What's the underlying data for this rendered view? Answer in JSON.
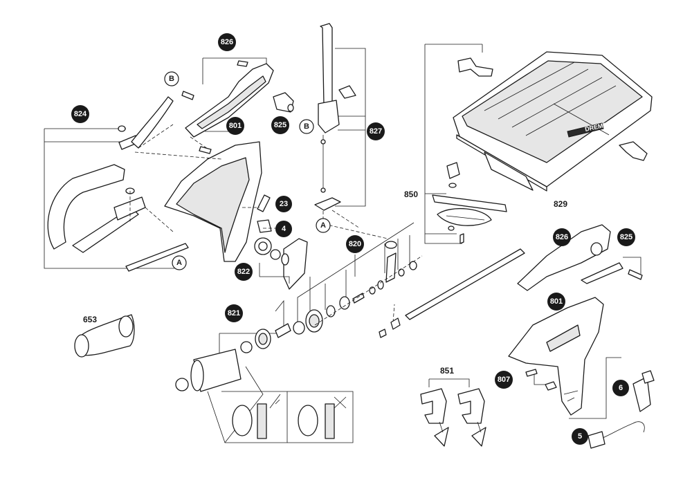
{
  "callouts": {
    "c826_top": "826",
    "c824": "824",
    "c801_top": "801",
    "c825_top": "825",
    "c827": "827",
    "c23": "23",
    "c4": "4",
    "c822": "822",
    "c820": "820",
    "c821": "821",
    "c653": "653",
    "c850": "850",
    "c829": "829",
    "c826_right": "826",
    "c825_right": "825",
    "c801_right": "801",
    "c807": "807",
    "c851": "851",
    "c6": "6",
    "c5": "5"
  },
  "refs": {
    "b_left": "B",
    "b_mid": "B",
    "a_left": "A",
    "a_mid": "A"
  },
  "brand": "DREMEL",
  "colors": {
    "ink": "#1a1a1a",
    "fill": "#ffffff",
    "shade": "#e6e6e6"
  }
}
